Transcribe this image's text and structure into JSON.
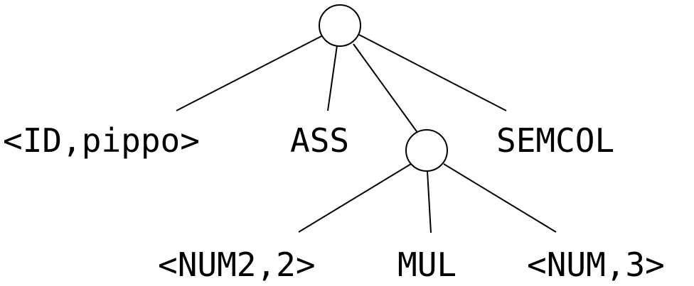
{
  "tree": {
    "root": {
      "children": [
        {
          "label": "<ID,pippo>"
        },
        {
          "label": "ASS"
        },
        {
          "children": [
            {
              "label": "<NUM2,2>"
            },
            {
              "label": "MUL"
            },
            {
              "label": "<NUM,3>"
            }
          ]
        },
        {
          "label": "SEMCOL"
        }
      ]
    }
  },
  "colors": {
    "stroke": "#000000",
    "text": "#000000",
    "background": "#ffffff"
  }
}
